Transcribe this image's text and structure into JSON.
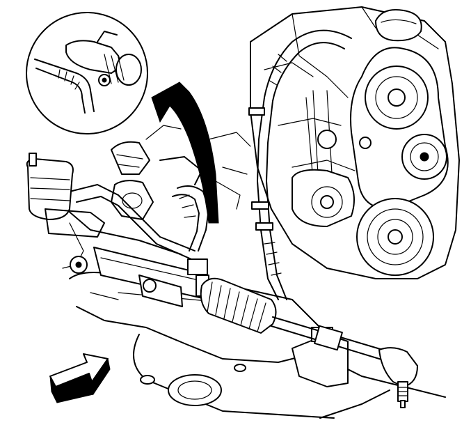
{
  "figure": {
    "kind": "technical line illustration",
    "colors": {
      "ink": "#000000",
      "paper": "#ffffff"
    },
    "parts": [
      "detail-inset-hose-clamp",
      "removal-direction-arrow",
      "vehicle-front-direction-arrow",
      "engine-accessory-belt-and-pulleys",
      "steering-gear-rack-and-pinion",
      "steering-gear-boot",
      "outer-tie-rod-end",
      "power-steering-hose-lines",
      "crossmember-frame",
      "steering-gear-mount-bushing"
    ]
  }
}
